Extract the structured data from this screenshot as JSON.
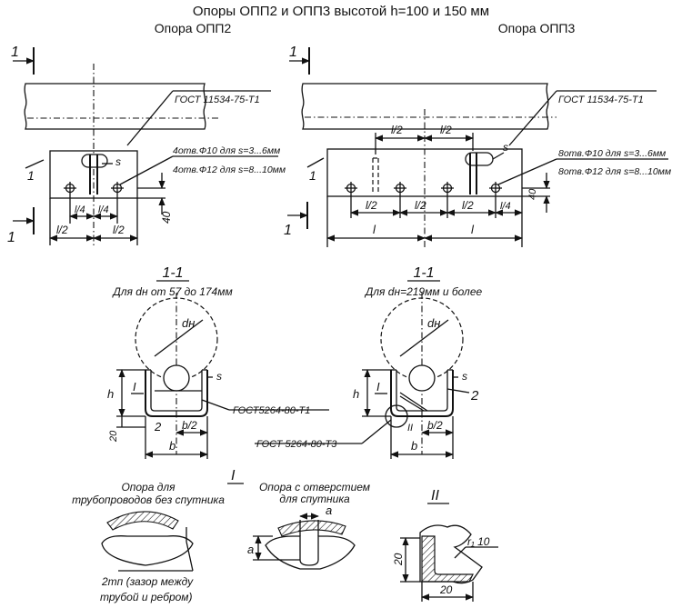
{
  "title": {
    "main": "Опоры ОПП2 и ОПП3 высотой h=100 и 150 мм",
    "left": "Опора ОПП2",
    "right": "Опора ОПП3"
  },
  "left_plan": {
    "section_mark": "1",
    "gost": "ГОСТ 11534-75-Т1",
    "part": "1",
    "s": "s",
    "holes_note_1": "4отв.Ф10 для s=3...6мм",
    "holes_note_2": "4отв.Ф12 для s=8...10мм",
    "dim_quarter": "l/4",
    "dim_half": "l/2",
    "dim_40": "40"
  },
  "right_plan": {
    "section_mark": "1",
    "gost": "ГОСТ 11534-75-Т1",
    "part": "1",
    "s": "s",
    "holes_note_1": "8отв.Ф10 для s=3...6мм",
    "holes_note_2": "8отв.Ф12 для s=8...10мм",
    "dim_half": "l/2",
    "dim_quarter": "l/4",
    "dim_l": "l",
    "dim_40": "40"
  },
  "left_section": {
    "label": "1-1",
    "caption": "Для dн от 57 до 174мм",
    "dn": "dн",
    "s": "s",
    "h": "h",
    "dim_20": "20",
    "detail_I": "I",
    "part_2": "2",
    "b_half": "b/2",
    "b": "b",
    "gost": "ГОСТ5264-80-Т1"
  },
  "right_section": {
    "label": "1-1",
    "caption": "Для dн=219мм и более",
    "dn": "dн",
    "s": "s",
    "h": "h",
    "detail_I": "I",
    "part_2": "2",
    "detail_II": "II",
    "b_half": "b/2",
    "b": "b",
    "gost": "ГОСТ 5264-80-Т3"
  },
  "detail_I": {
    "mark": "I",
    "caption_a_1": "Опора для",
    "caption_a_2": "трубопроводов без спутника",
    "caption_b_1": "Опора с отверстием",
    "caption_b_2": "для спутника",
    "a_top": "a",
    "a_side": "a",
    "note_1": "2тп (зазор между",
    "note_2": "трубой и ребром)"
  },
  "detail_II": {
    "mark": "II",
    "r": "r₁ 10",
    "dim_20_v": "20",
    "dim_20_h": "20"
  }
}
